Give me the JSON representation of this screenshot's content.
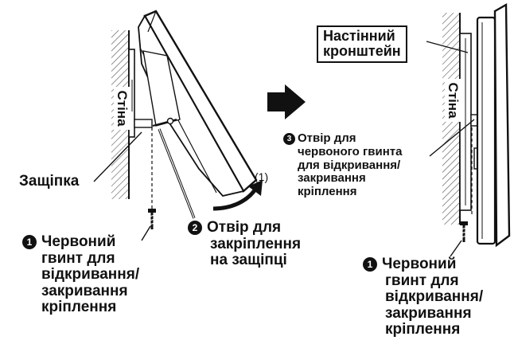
{
  "left_figure": {
    "wall_label": "Стіна",
    "latch_label": "Защіпка",
    "motion_label": "(1)",
    "step1": {
      "badge": "1",
      "lines": [
        "Червоний",
        "гвинт для",
        "відкривання/",
        "закривання",
        "кріплення"
      ]
    },
    "step2": {
      "badge": "2",
      "lines": [
        "Отвір для",
        "закріплення",
        "на защіпці"
      ]
    }
  },
  "right_figure": {
    "bracket_label_lines": [
      "Настінний",
      "кронштейн"
    ],
    "wall_label": "Стіна",
    "step3": {
      "badge": "3",
      "lines": [
        "Отвір для",
        "червоного гвинта",
        "для відкривання/",
        "закривання",
        "кріплення"
      ]
    },
    "step1": {
      "badge": "1",
      "lines": [
        "Червоний",
        "гвинт для",
        "відкривання/",
        "закривання",
        "кріплення"
      ]
    }
  },
  "colors": {
    "ink": "#111111",
    "paper": "#ffffff",
    "hatch": "#555555"
  }
}
